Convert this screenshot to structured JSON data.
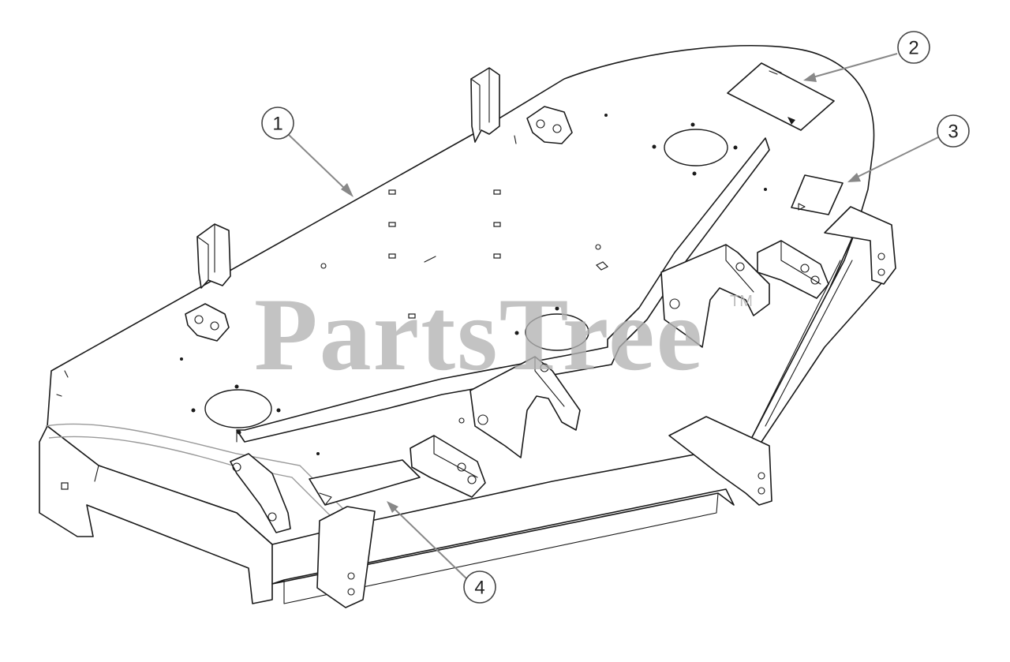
{
  "watermark": {
    "text": "PartsTree",
    "trademark": "TM"
  },
  "callouts": [
    {
      "id": "1",
      "label": "1"
    },
    {
      "id": "2",
      "label": "2"
    },
    {
      "id": "3",
      "label": "3"
    },
    {
      "id": "4",
      "label": "4"
    }
  ]
}
